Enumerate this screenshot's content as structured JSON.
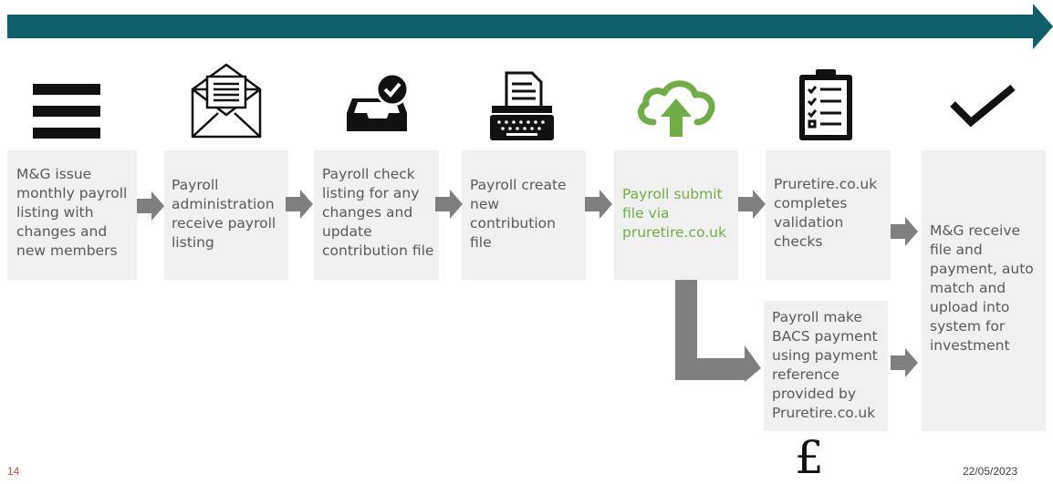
{
  "steps": [
    {
      "text": "M&G issue\nmonthly payroll\nlisting with\nchanges and\nnew members",
      "icon": "menu-lines-icon"
    },
    {
      "text": "Payroll\nadministration\nreceive  payroll\nlisting",
      "icon": "envelope-letter-icon"
    },
    {
      "text": "Payroll check\nlisting for any\nchanges and\nupdate\ncontribution file",
      "icon": "inbox-check-icon"
    },
    {
      "text": "Payroll create\nnew\ncontribution\nfile",
      "icon": "typewriter-icon"
    },
    {
      "text": "Payroll submit\nfile via\npruretire.co.uk",
      "icon": "cloud-upload-icon"
    },
    {
      "text": "Pruretire.co.uk\ncompletes\nvalidation\nchecks",
      "icon": "clipboard-checklist-icon"
    },
    {
      "text": "M&G receive\nfile and\npayment, auto\nmatch and\nupload into\nsystem for\ninvestment",
      "icon": "checkmark-icon"
    }
  ],
  "payment_step": {
    "text": "Payroll make\nBACS payment\nusing payment\nreference\nprovided by\nPruretire.co.uk",
    "icon": "pound-sign-icon",
    "symbol": "£"
  },
  "footer": {
    "page_number": "14",
    "date": "22/05/2023"
  },
  "colors": {
    "banner": "#0f5f6b",
    "box": "#f0f0f0",
    "arrow": "#7f7f7f",
    "text": "#595959",
    "highlight": "#70ad47",
    "page_number": "#c0504d",
    "icon": "#111111"
  }
}
